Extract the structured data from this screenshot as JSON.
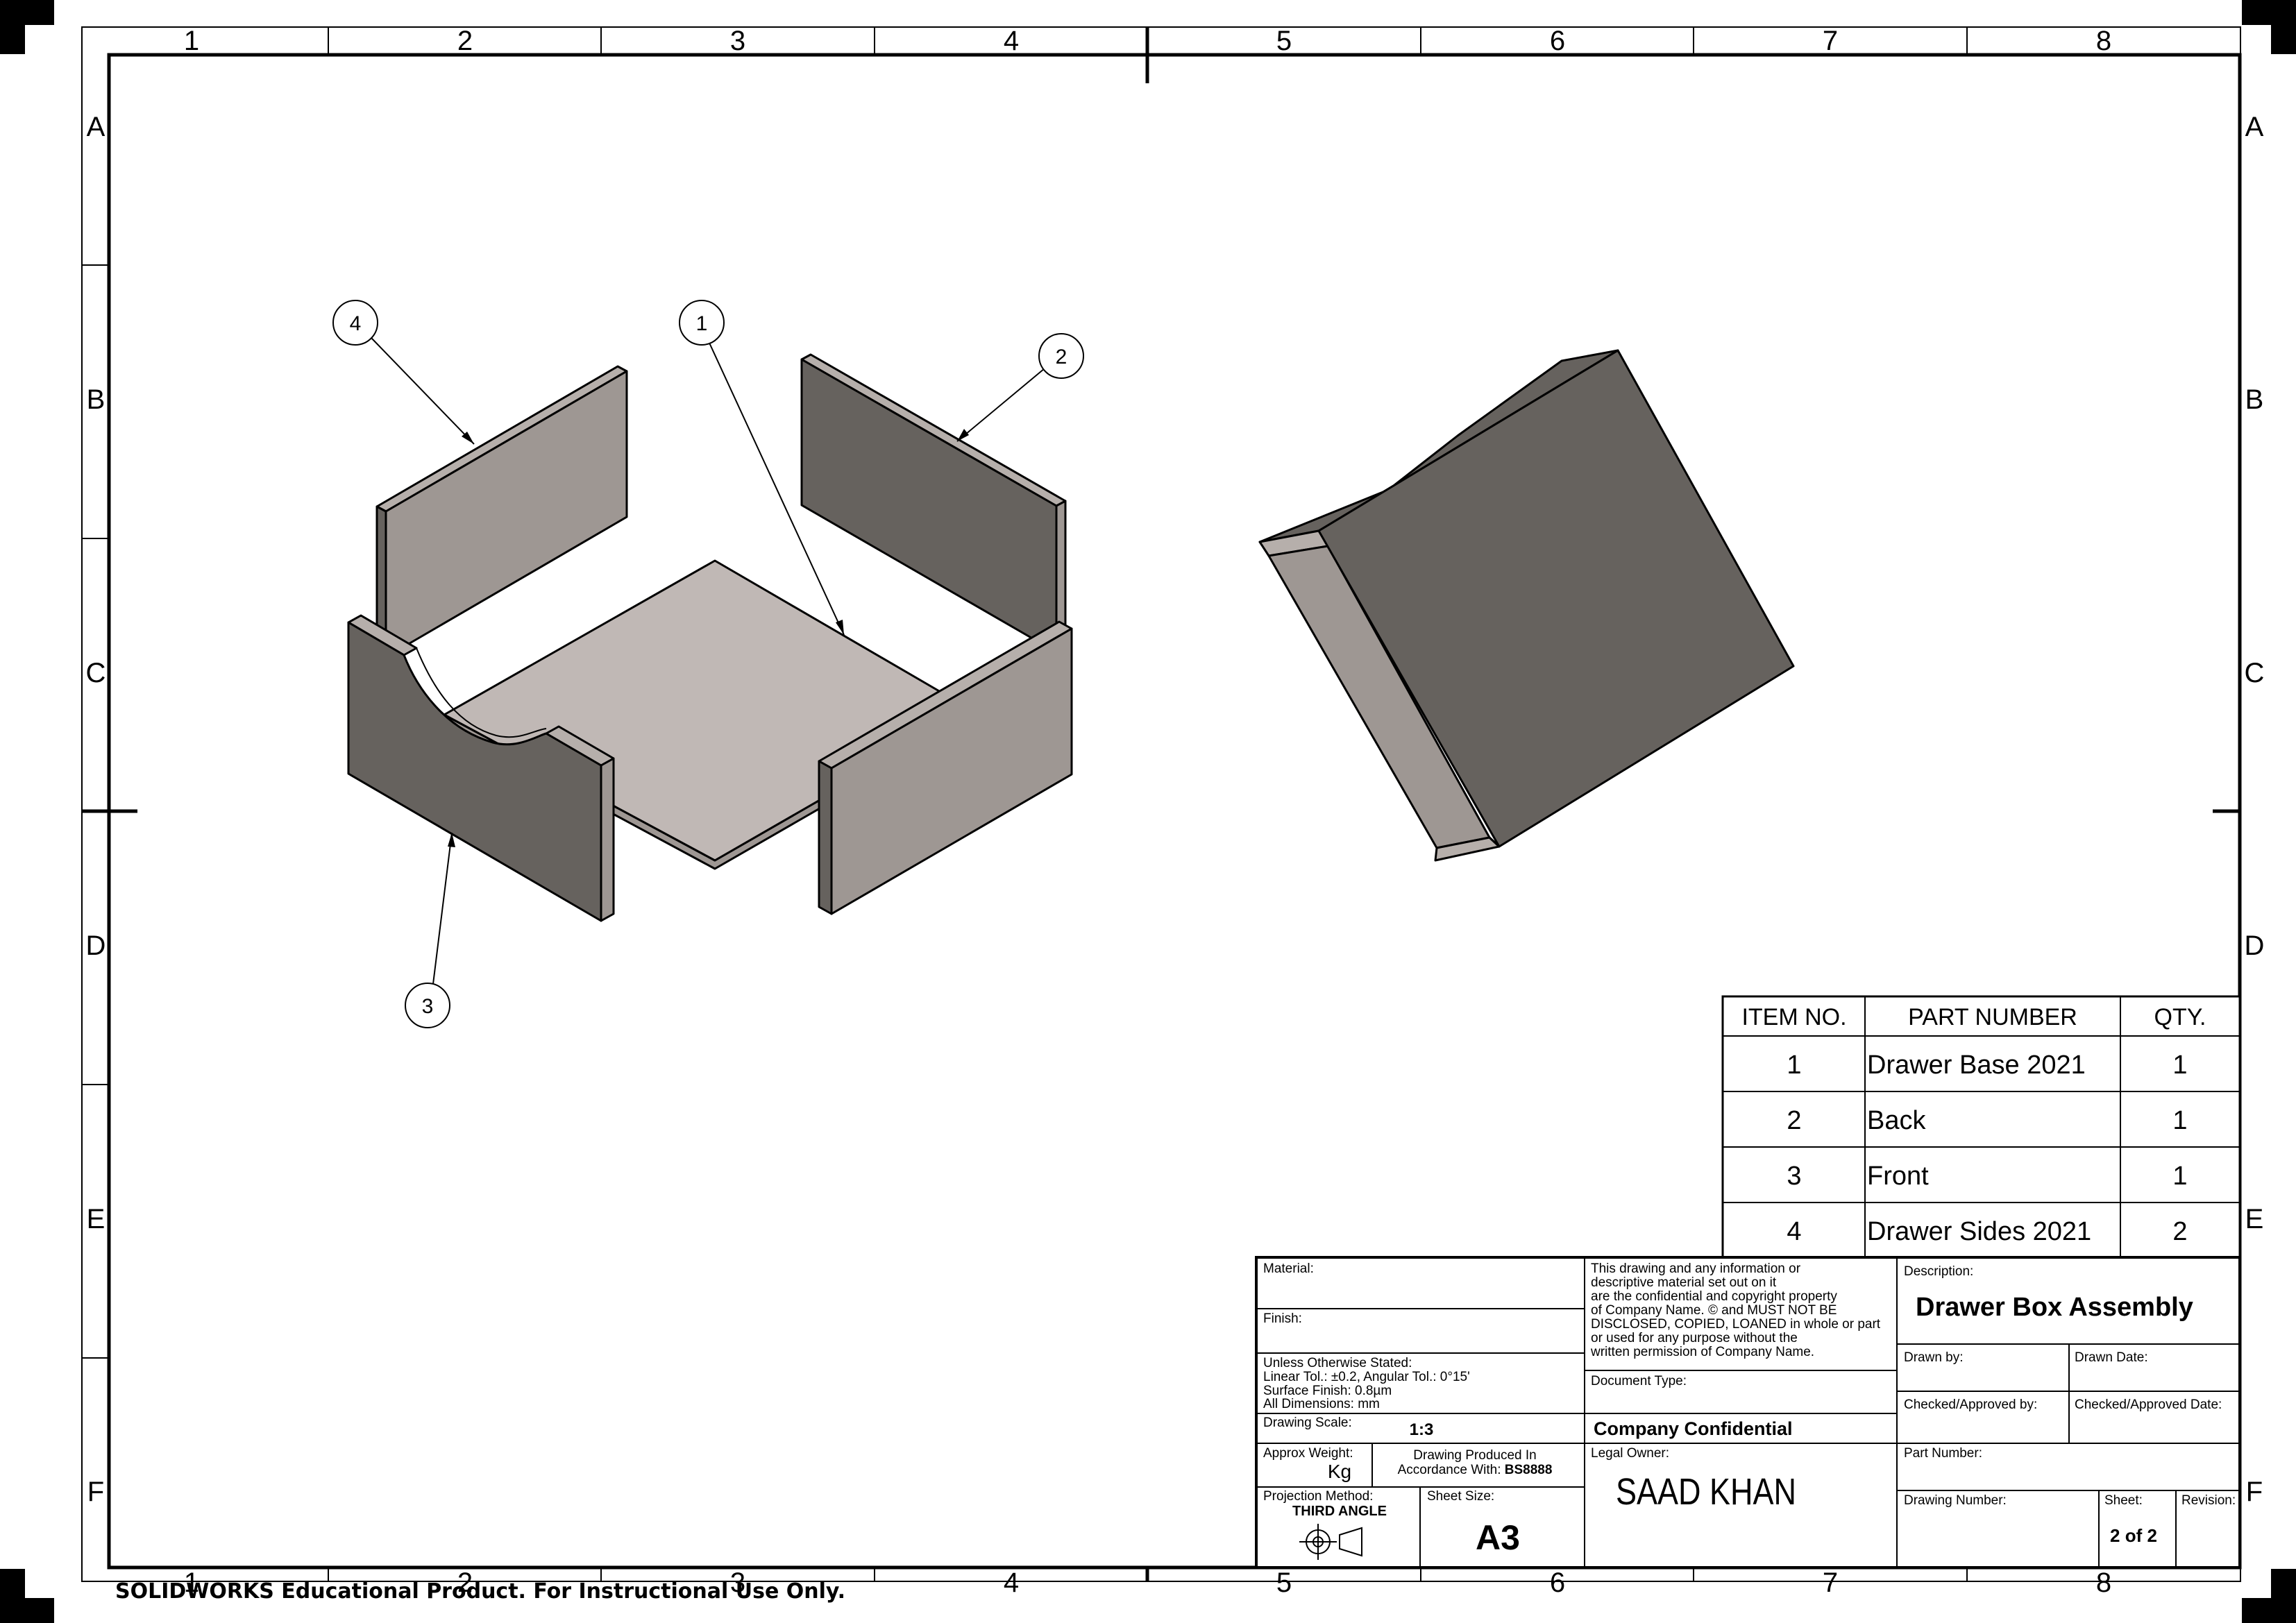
{
  "sheet": {
    "zones_cols": [
      "1",
      "2",
      "3",
      "4",
      "5",
      "6",
      "7",
      "8"
    ],
    "zones_rows": [
      "A",
      "B",
      "C",
      "D",
      "E",
      "F"
    ]
  },
  "balloons": [
    "1",
    "2",
    "3",
    "4"
  ],
  "bom": {
    "headers": [
      "ITEM NO.",
      "PART NUMBER",
      "QTY."
    ],
    "rows": [
      {
        "item": "1",
        "part": "Drawer Base 2021",
        "qty": "1"
      },
      {
        "item": "2",
        "part": "Back",
        "qty": "1"
      },
      {
        "item": "3",
        "part": "Front",
        "qty": "1"
      },
      {
        "item": "4",
        "part": "Drawer Sides 2021",
        "qty": "2"
      }
    ]
  },
  "title_block": {
    "material_label": "Material:",
    "finish_label": "Finish:",
    "tolerance_lines": [
      "Unless Otherwise Stated:",
      "Linear Tol.: ±0.2, Angular Tol.: 0°15'",
      "Surface Finish: 0.8µm",
      "All Dimensions: mm"
    ],
    "drawing_scale_label": "Drawing Scale:",
    "drawing_scale_value": "1:3",
    "approx_weight_label": "Approx Weight:",
    "approx_weight_unit": "Kg",
    "produced_line1": "Drawing Produced In",
    "produced_line2_prefix": "Accordance With: ",
    "produced_standard": "BS8888",
    "projection_label": "Projection Method:",
    "projection_value": "THIRD ANGLE",
    "sheet_size_label": "Sheet Size:",
    "sheet_size_value": "A3",
    "confidential_lines": [
      "This drawing and any information or",
      "descriptive material set out on it",
      "are the confidential and copyright property",
      "of Company Name. © and MUST NOT BE",
      "DISCLOSED, COPIED, LOANED in whole or part",
      "or used for any purpose without the",
      "written permission of Company Name."
    ],
    "document_type_label": "Document Type:",
    "company_confidential": "Company Confidential",
    "legal_owner_label": "Legal Owner:",
    "legal_owner_value": "SAAD KHAN",
    "description_label": "Description:",
    "description_value": "Drawer Box Assembly",
    "drawn_by_label": "Drawn by:",
    "drawn_date_label": "Drawn Date:",
    "checked_by_label": "Checked/Approved by:",
    "checked_date_label": "Checked/Approved Date:",
    "part_number_label": "Part Number:",
    "drawing_number_label": "Drawing Number:",
    "sheet_label": "Sheet:",
    "sheet_value": "2 of 2",
    "revision_label": "Revision:"
  },
  "watermark": "SOLIDWORKS Educational Product. For Instructional Use Only.",
  "colors": {
    "face_dark": "#66625E",
    "face_mid": "#9E9793",
    "face_light": "#C0B8B5",
    "edge_light": "#B6AFAB"
  }
}
